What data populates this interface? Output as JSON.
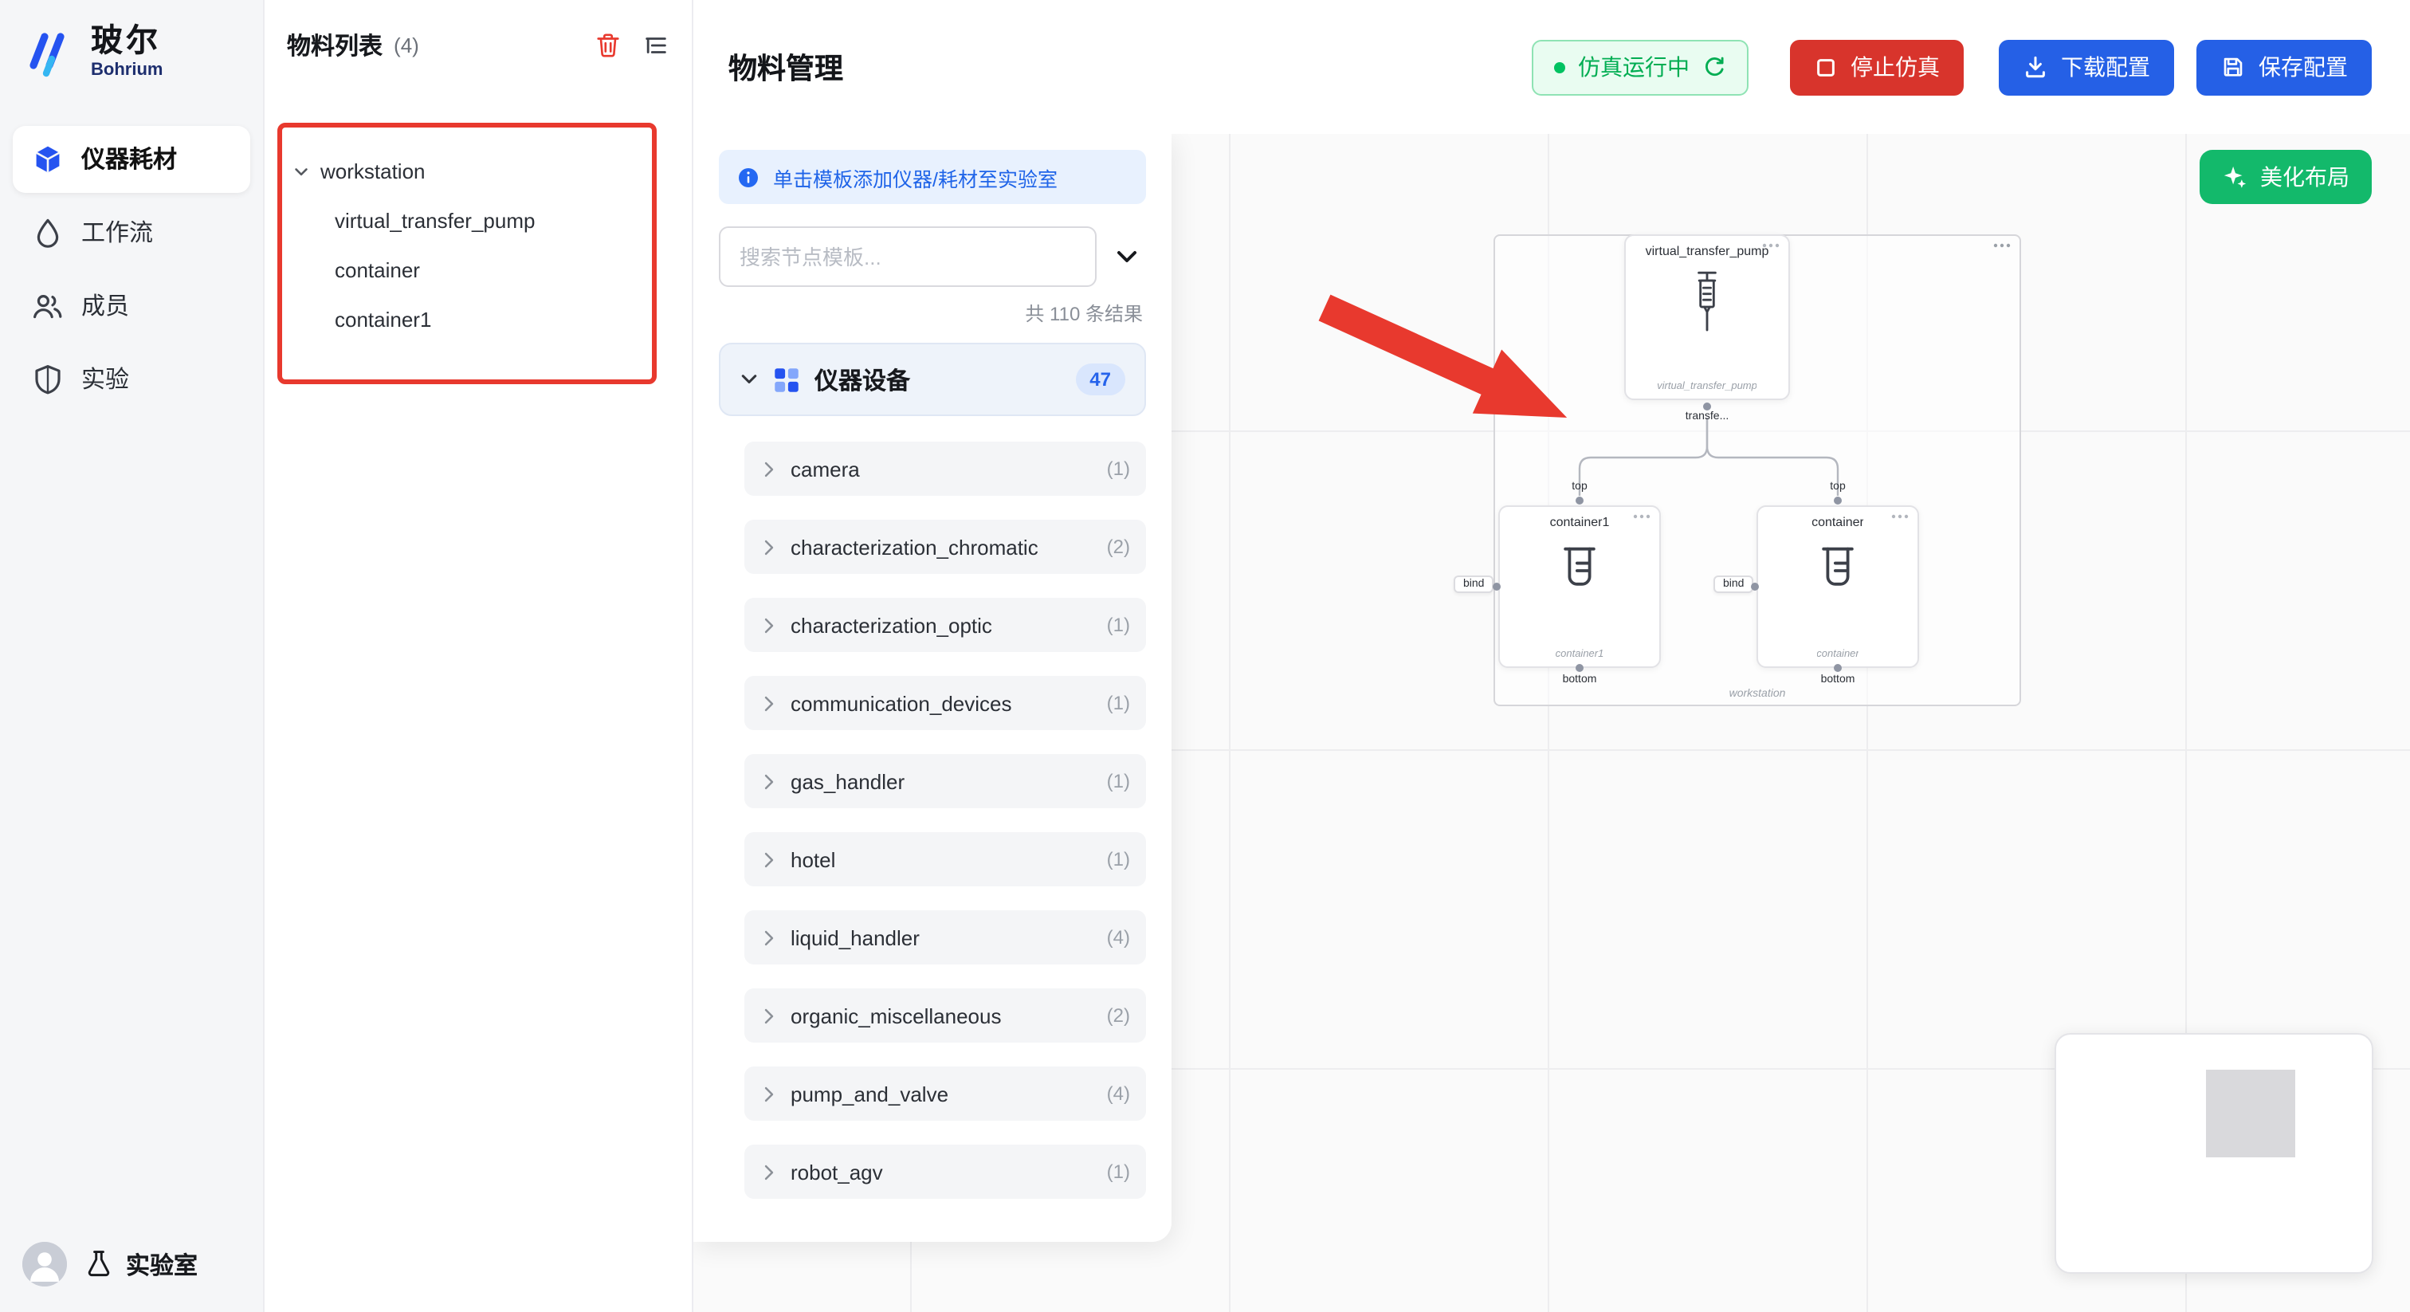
{
  "brand": {
    "zh": "玻尔",
    "en": "Bohrium"
  },
  "sidebar": {
    "items": [
      {
        "label": "仪器耗材"
      },
      {
        "label": "工作流"
      },
      {
        "label": "成员"
      },
      {
        "label": "实验"
      }
    ],
    "footer_label": "实验室"
  },
  "materials": {
    "title": "物料列表",
    "count": "(4)",
    "tree_root": "workstation",
    "tree_children": [
      {
        "label": "virtual_transfer_pump"
      },
      {
        "label": "container"
      },
      {
        "label": "container1"
      }
    ]
  },
  "header": {
    "title": "物料管理",
    "status": "仿真运行中",
    "stop": "停止仿真",
    "download": "下载配置",
    "save": "保存配置"
  },
  "templates": {
    "info": "单击模板添加仪器/耗材至实验室",
    "search_placeholder": "搜索节点模板...",
    "results": "共 110 条结果",
    "category": "仪器设备",
    "category_count": "47",
    "items": [
      {
        "label": "camera",
        "count": "(1)"
      },
      {
        "label": "characterization_chromatic",
        "count": "(2)"
      },
      {
        "label": "characterization_optic",
        "count": "(1)"
      },
      {
        "label": "communication_devices",
        "count": "(1)"
      },
      {
        "label": "gas_handler",
        "count": "(1)"
      },
      {
        "label": "hotel",
        "count": "(1)"
      },
      {
        "label": "liquid_handler",
        "count": "(4)"
      },
      {
        "label": "organic_miscellaneous",
        "count": "(2)"
      },
      {
        "label": "pump_and_valve",
        "count": "(4)"
      },
      {
        "label": "robot_agv",
        "count": "(1)"
      }
    ]
  },
  "canvas": {
    "beautify": "美化布局",
    "group": "workstation",
    "ports": {
      "top": "top",
      "bind": "bind",
      "bottom": "bottom"
    },
    "pump": {
      "title": "virtual_transfer_pump",
      "subtitle": "virtual_transfer_pump",
      "port": "transfe..."
    },
    "left_node": {
      "title": "container1",
      "subtitle": "container1"
    },
    "right_node": {
      "title": "container",
      "subtitle": "container"
    }
  }
}
